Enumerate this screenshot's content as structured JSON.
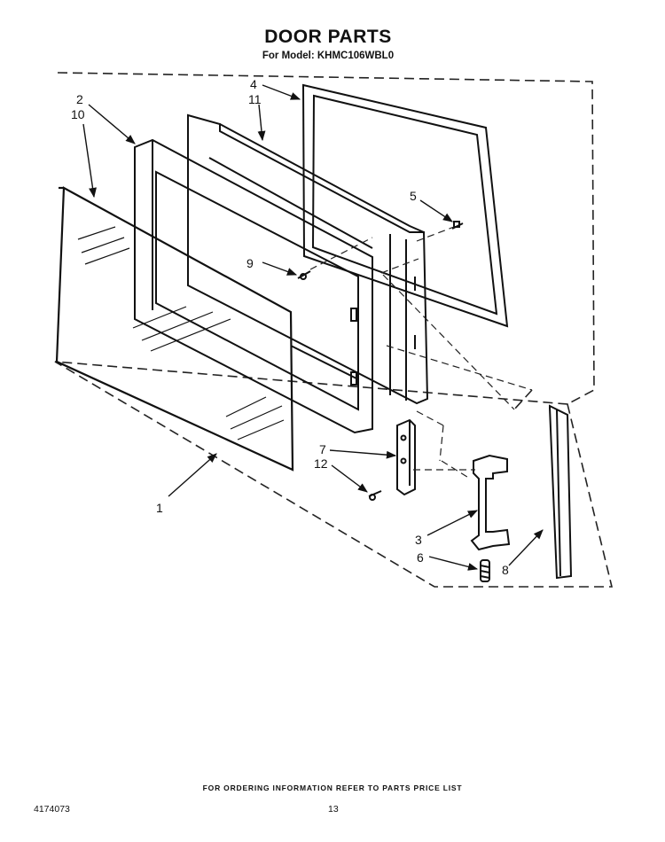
{
  "header": {
    "title": "DOOR PARTS",
    "subtitle": "For Model: KHMC106WBL0"
  },
  "callouts": {
    "c1": "1",
    "c2": "2",
    "c3": "3",
    "c4": "4",
    "c5": "5",
    "c6": "6",
    "c7": "7",
    "c8": "8",
    "c9": "9",
    "c10": "10",
    "c11": "11",
    "c12": "12"
  },
  "footer": {
    "ordering_note": "FOR ORDERING INFORMATION REFER TO PARTS PRICE LIST",
    "document_number": "4174073",
    "page_number": "13"
  }
}
